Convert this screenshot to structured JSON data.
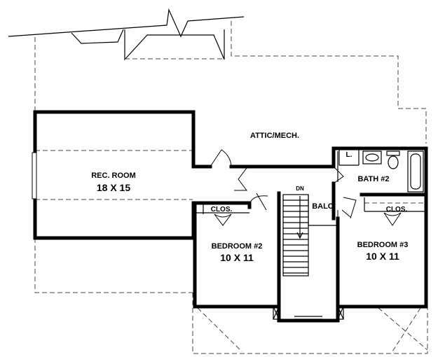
{
  "plan": {
    "rooms": {
      "attic": {
        "label": "ATTIC/MECH."
      },
      "rec_room": {
        "label": "REC. ROOM",
        "size": "18 X 15"
      },
      "bath2": {
        "label": "BATH #2"
      },
      "linen": {
        "label": "L."
      },
      "balcony": {
        "label": "BALC."
      },
      "stair_dn": {
        "label": "DN"
      },
      "closet_left": {
        "label": "CLOS."
      },
      "closet_right": {
        "label": "CLOS."
      },
      "bedroom2": {
        "label": "BEDROOM #2",
        "size": "10 X 11"
      },
      "bedroom3": {
        "label": "BEDROOM #3",
        "size": "10 X 11"
      }
    }
  }
}
